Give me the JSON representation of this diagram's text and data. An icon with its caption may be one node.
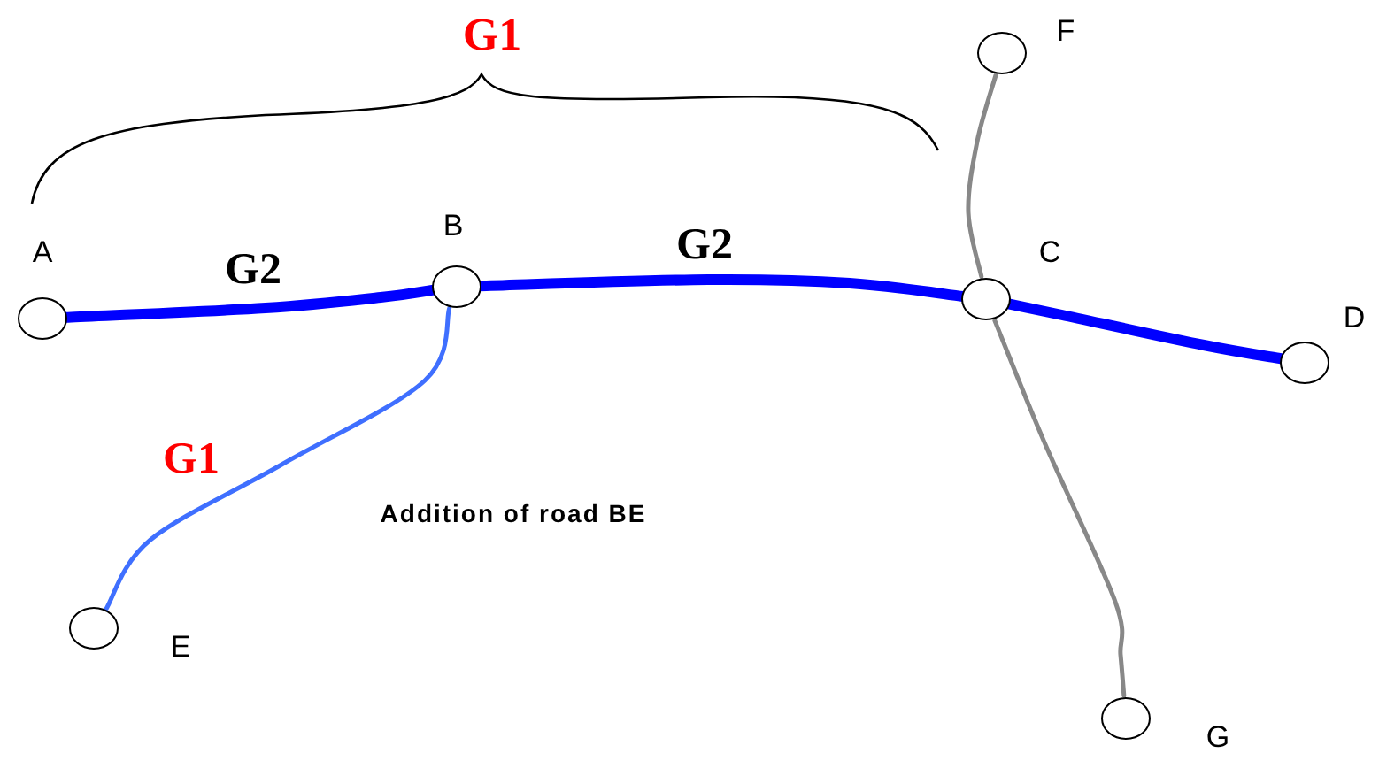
{
  "diagram": {
    "nodes": [
      {
        "text": [],
        "shape": "circle",
        "beside": [
          "A"
        ]
      },
      {
        "text": [],
        "shape": "circle",
        "beside": [
          "B"
        ]
      },
      {
        "text": [],
        "shape": "circle",
        "beside": [
          "C"
        ]
      },
      {
        "text": [],
        "shape": "circle",
        "beside": [
          "D"
        ]
      },
      {
        "text": [],
        "shape": "circle",
        "beside": [
          "E"
        ]
      },
      {
        "text": [],
        "shape": "circle",
        "beside": [
          "F"
        ]
      },
      {
        "text": [],
        "shape": "circle",
        "beside": [
          "G"
        ]
      }
    ],
    "edges": [
      {
        "from": 0,
        "to": 1,
        "arrow": "none",
        "label": "G2",
        "style": "thick"
      },
      {
        "from": 1,
        "to": 2,
        "arrow": "none",
        "label": "G2",
        "style": "thick"
      },
      {
        "from": 2,
        "to": 3,
        "arrow": "none",
        "style": "thick"
      },
      {
        "from": 1,
        "to": 4,
        "arrow": "none",
        "label": "G1",
        "color": "#3f6fff"
      },
      {
        "from": 5,
        "to": 2,
        "arrow": "none",
        "color": "#888888"
      },
      {
        "from": 2,
        "to": 6,
        "arrow": "none",
        "color": "#888888"
      }
    ],
    "labels": [
      "G1",
      "Addition of road BE"
    ]
  }
}
